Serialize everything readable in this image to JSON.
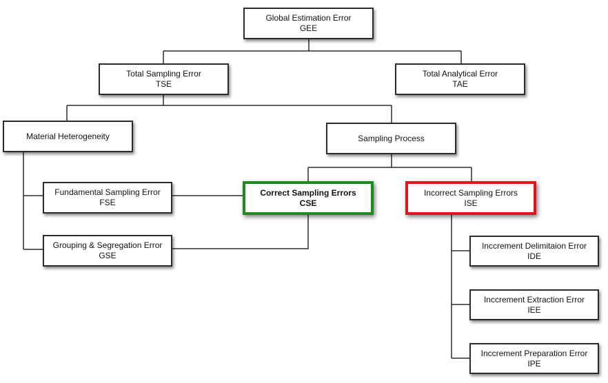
{
  "nodes": {
    "gee": {
      "title": "Global Estimation Error",
      "abbr": "GEE"
    },
    "tse": {
      "title": "Total Sampling Error",
      "abbr": "TSE"
    },
    "tae": {
      "title": "Total Analytical Error",
      "abbr": "TAE"
    },
    "mh": {
      "title": "Material Heterogeneity",
      "abbr": ""
    },
    "sp": {
      "title": "Sampling Process",
      "abbr": ""
    },
    "fse": {
      "title": "Fundamental Sampling Error",
      "abbr": "FSE"
    },
    "gse": {
      "title": "Grouping & Segregation Error",
      "abbr": "GSE"
    },
    "cse": {
      "title": "Correct Sampling Errors",
      "abbr": "CSE"
    },
    "isE": {
      "title": "Incorrect Sampling Errors",
      "abbr": "ISE"
    },
    "ide": {
      "title": "Inccrement Delimitaion Error",
      "abbr": "IDE"
    },
    "iee": {
      "title": "Inccrement Extraction Error",
      "abbr": "IEE"
    },
    "ipe": {
      "title": "Inccrement Preparation Error",
      "abbr": "IPE"
    }
  },
  "colors": {
    "correct_border": "#1f8a1f",
    "incorrect_border": "#e0141c",
    "line": "#2b2b2b"
  }
}
